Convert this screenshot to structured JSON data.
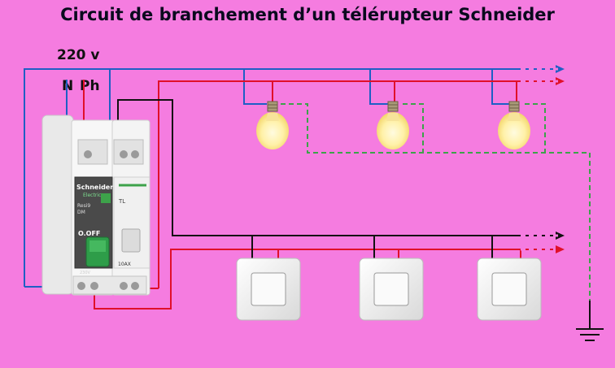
{
  "title": "Circuit de branchement d’un télérupteur Schneider",
  "voltage_label": "220 v",
  "neutral_label": "N",
  "phase_label": "Ph",
  "device": {
    "brand": "Schneider",
    "brand_sub": "Electric",
    "model": "Resi9",
    "type": "DM",
    "tl_label": "TL",
    "off_label": "O.OFF",
    "rating": "10AX",
    "voltage": "230V"
  },
  "colors": {
    "background": "#f57ce0",
    "neutral": "#1f5fc4",
    "phase": "#e0102a",
    "control": "#111111",
    "earth": "#3da24a"
  },
  "lamp_count": 3,
  "switch_count": 3
}
